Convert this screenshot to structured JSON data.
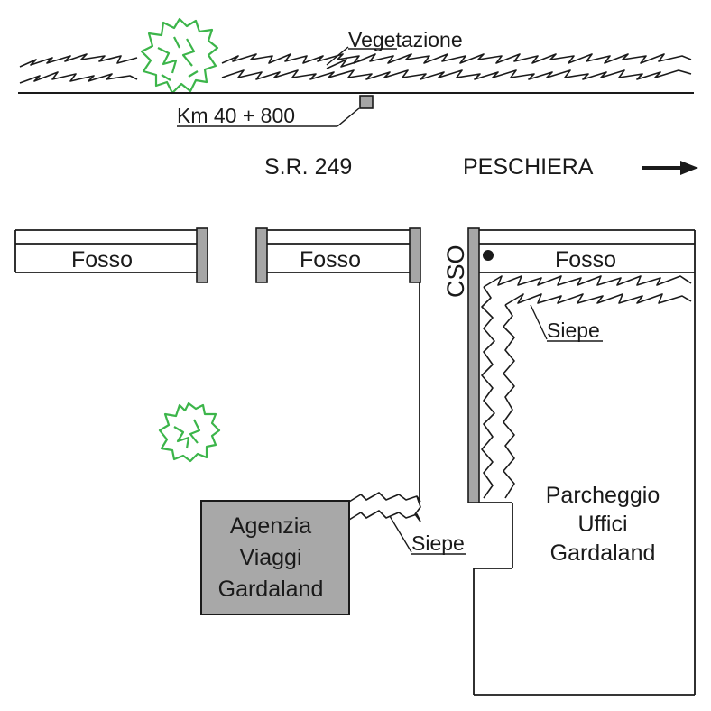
{
  "labels": {
    "vegetation": "Vegetazione",
    "km_marker": "Km 40 + 800",
    "road": "S.R. 249",
    "direction": "PESCHIERA",
    "ditch_left": "Fosso",
    "ditch_middle": "Fosso",
    "ditch_right": "Fosso",
    "cso": "CSO",
    "hedge_right": "Siepe",
    "hedge_left": "Siepe",
    "parking": [
      "Parcheggio",
      "Uffici",
      "Gardaland"
    ],
    "agency": [
      "Agenzia",
      "Viaggi",
      "Gardaland"
    ]
  },
  "colors": {
    "line": "#1a1a1a",
    "tree": "#3cb54a",
    "post_fill": "#a6a6a6",
    "agency_fill": "#a8a8a8"
  },
  "icons": {
    "tree": "tree-icon",
    "arrow": "arrow-right-icon",
    "km_post": "milestone-icon",
    "cso_point": "dot-icon"
  }
}
